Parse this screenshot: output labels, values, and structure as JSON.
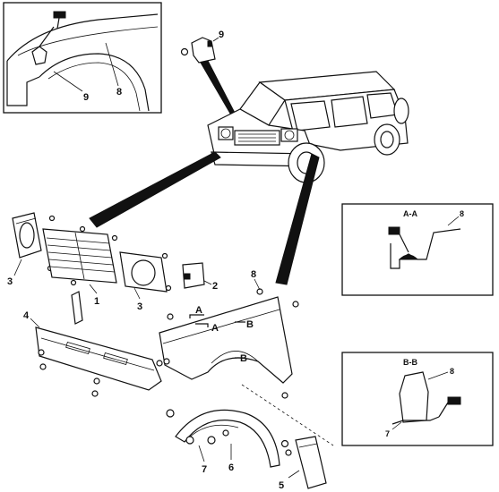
{
  "callouts": {
    "top_inset_9": "9",
    "top_inset_8": "8",
    "clip_9": "9",
    "grille_1": "1",
    "lamp_2": "2",
    "headlamp_left_3": "3",
    "headlamp_right_3": "3",
    "bumper_4": "4",
    "mudflap_5": "5",
    "liner_6": "6",
    "liner_7": "7",
    "fender_8": "8"
  },
  "section_marks": {
    "a_upper": "A",
    "a_lower": "A",
    "b_upper": "B",
    "b_lower": "B"
  },
  "detail_aa": {
    "title": "A-A",
    "label_8": "8"
  },
  "detail_bb": {
    "title": "B-B",
    "label_8": "8",
    "label_7": "7"
  }
}
